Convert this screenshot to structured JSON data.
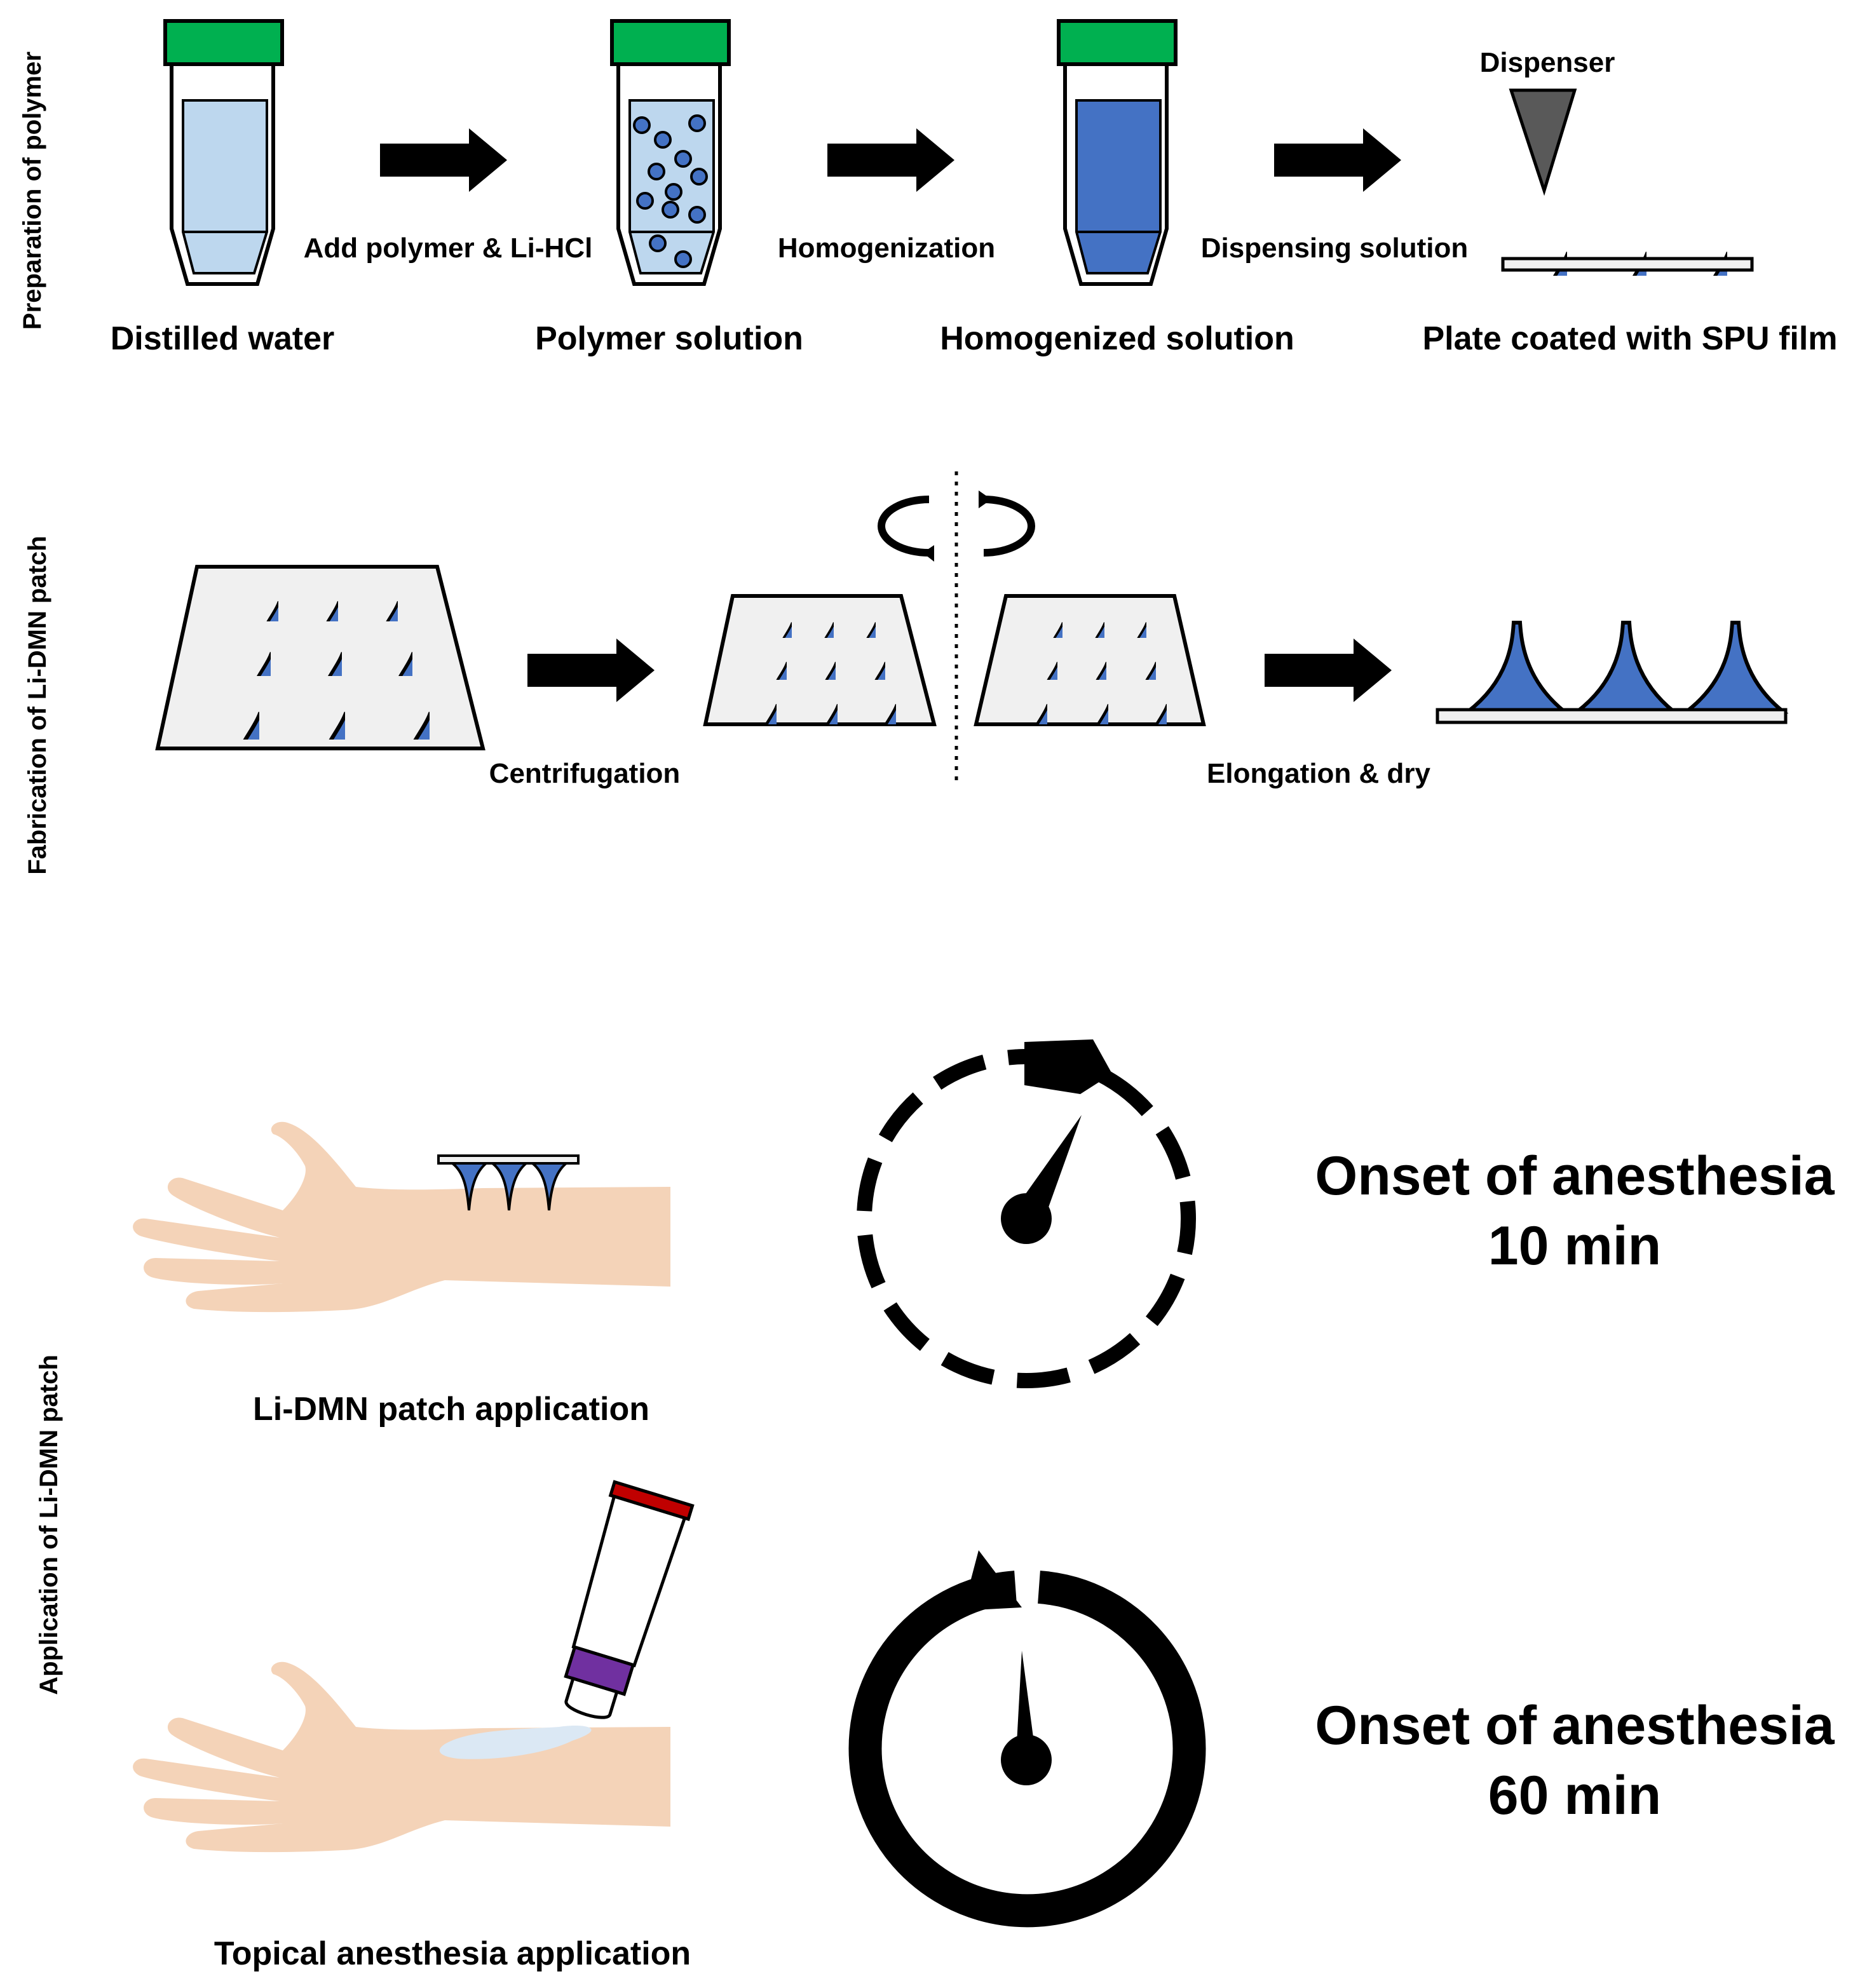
{
  "colors": {
    "cap_green": "#00b050",
    "tube_light": "#bdd7ee",
    "tube_dark": "#4472c4",
    "drop_blue": "#4472c4",
    "plate_gray": "#f0f0f0",
    "skin": "#f4d3b8",
    "gel": "#dbe8f4",
    "cap_red": "#c00000",
    "neck_purple": "#7030a0",
    "dispenser_gray": "#595959"
  },
  "section_labels": {
    "preparation": "Preparation of polymer",
    "fabrication": "Fabrication of Li-DMN patch",
    "application": "Application of Li-DMN patch"
  },
  "preparation": {
    "tube_captions": [
      "Distilled water",
      "Polymer solution",
      "Homogenized solution",
      "Plate coated with SPU film"
    ],
    "step_labels": [
      "Add polymer & Li-HCl",
      "Homogenization",
      "Dispensing solution"
    ],
    "dispenser_label": "Dispenser"
  },
  "fabrication": {
    "step_labels": [
      "Centrifugation",
      "Elongation & dry"
    ]
  },
  "application": {
    "patch_caption": "Li-DMN patch application",
    "topical_caption": "Topical anesthesia application",
    "onset_label": "Onset of anesthesia",
    "patch_time": "10 min",
    "topical_time": "60 min"
  }
}
